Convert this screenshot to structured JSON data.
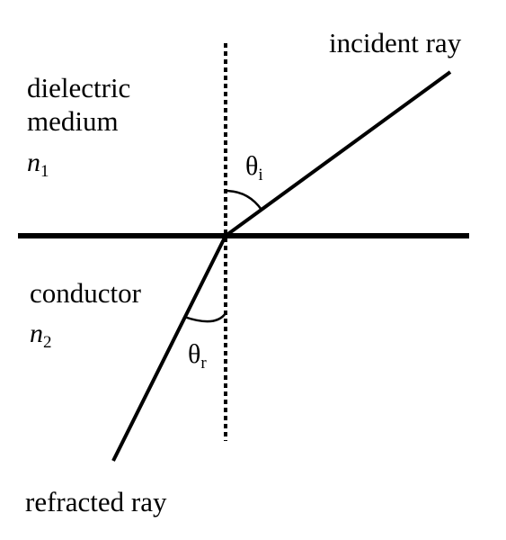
{
  "labels": {
    "incident_ray": "incident ray",
    "dielectric_line1": "dielectric",
    "dielectric_line2": "medium",
    "n1_symbol": "n",
    "n1_subscript": "1",
    "theta_i_symbol": "θ",
    "theta_i_subscript": "i",
    "conductor": "conductor",
    "n2_symbol": "n",
    "n2_subscript": "2",
    "theta_r_symbol": "θ",
    "theta_r_subscript": "r",
    "refracted_ray": "refracted ray"
  },
  "colors": {
    "line": "#000000",
    "background": "#ffffff"
  }
}
